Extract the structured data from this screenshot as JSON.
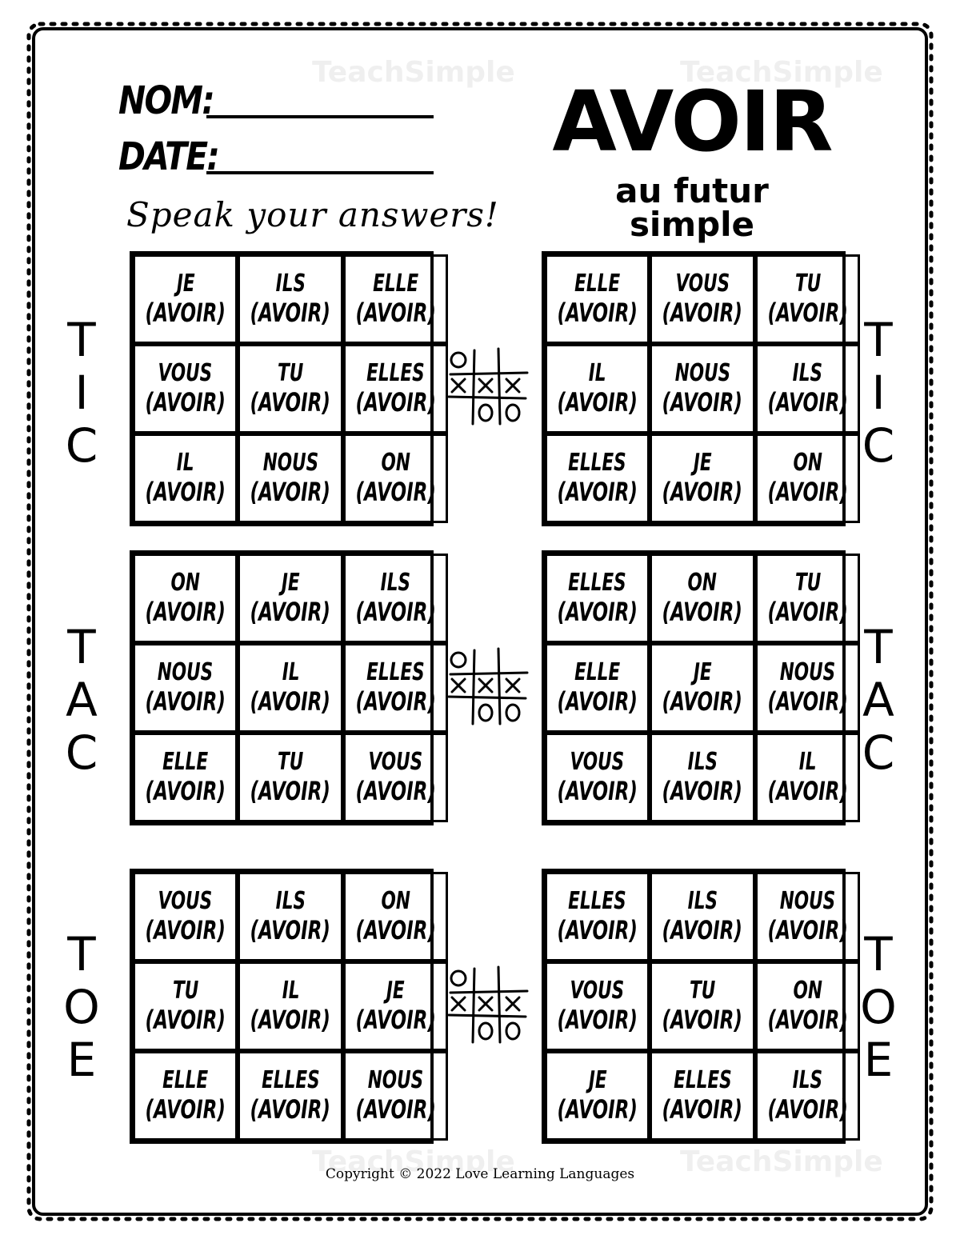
{
  "header": {
    "name_label": "NOM:",
    "date_label": "DATE:",
    "title": "AVOIR",
    "subtitle": "au futur simple",
    "instruction": "Speak your answers!"
  },
  "side_labels": {
    "left": [
      "TIC",
      "TAC",
      "TOE"
    ],
    "right": [
      "TIC",
      "TAC",
      "TOE"
    ]
  },
  "verb": "(AVOIR)",
  "boards": [
    {
      "id": "tic-left",
      "cells": [
        "JE",
        "ILS",
        "ELLE",
        "VOUS",
        "TU",
        "ELLES",
        "IL",
        "NOUS",
        "ON"
      ]
    },
    {
      "id": "tic-right",
      "cells": [
        "ELLE",
        "VOUS",
        "TU",
        "IL",
        "NOUS",
        "ILS",
        "ELLES",
        "JE",
        "ON"
      ]
    },
    {
      "id": "tac-left",
      "cells": [
        "ON",
        "JE",
        "ILS",
        "NOUS",
        "IL",
        "ELLES",
        "ELLE",
        "TU",
        "VOUS"
      ]
    },
    {
      "id": "tac-right",
      "cells": [
        "ELLES",
        "ON",
        "TU",
        "ELLE",
        "JE",
        "NOUS",
        "VOUS",
        "ILS",
        "IL"
      ]
    },
    {
      "id": "toe-left",
      "cells": [
        "VOUS",
        "ILS",
        "ON",
        "TU",
        "IL",
        "JE",
        "ELLE",
        "ELLES",
        "NOUS"
      ]
    },
    {
      "id": "toe-right",
      "cells": [
        "ELLES",
        "ILS",
        "NOUS",
        "VOUS",
        "TU",
        "ON",
        "JE",
        "ELLES",
        "ILS"
      ]
    }
  ],
  "watermark": "TeachSimple",
  "copyright": "Copyright © 2022 Love Learning Languages",
  "icons": {
    "divider": "tic-tac-toe-icon"
  }
}
